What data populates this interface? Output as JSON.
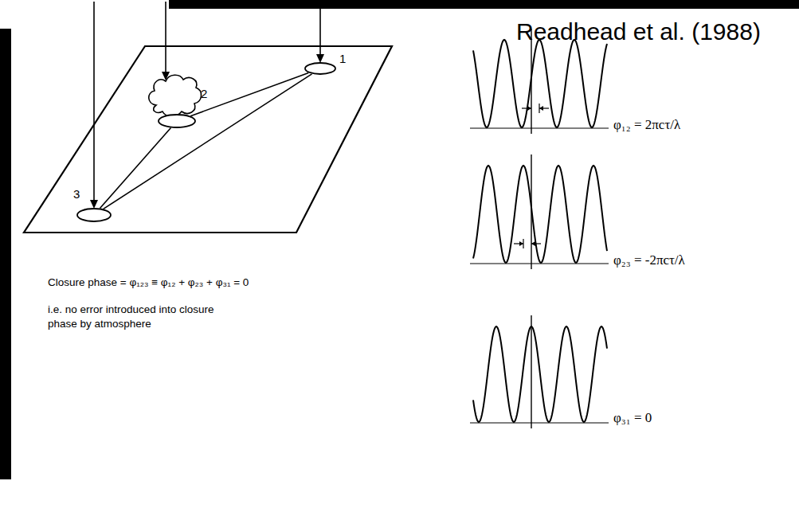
{
  "diagram": {
    "nodes": [
      {
        "text": [
          "1"
        ]
      },
      {
        "text": [
          "2"
        ]
      },
      {
        "text": [
          "3"
        ]
      }
    ],
    "edges": [
      {
        "from": 1,
        "to": 0,
        "arrow": "none"
      },
      {
        "from": 2,
        "to": 1,
        "arrow": "none"
      },
      {
        "from": 2,
        "to": 0,
        "arrow": "none"
      }
    ],
    "labels": [
      "Readhead et al. (1988)",
      "Closure phase = φ₁₂₃ ≡ φ₁₂ + φ₂₃ + φ₃₁ = 0",
      "i.e. no error introduced into closure phase by atmosphere",
      "φ₁₂ = 2πcτ/λ",
      "φ₂₃ = -2πcτ/λ",
      "φ₃₁ = 0"
    ]
  }
}
